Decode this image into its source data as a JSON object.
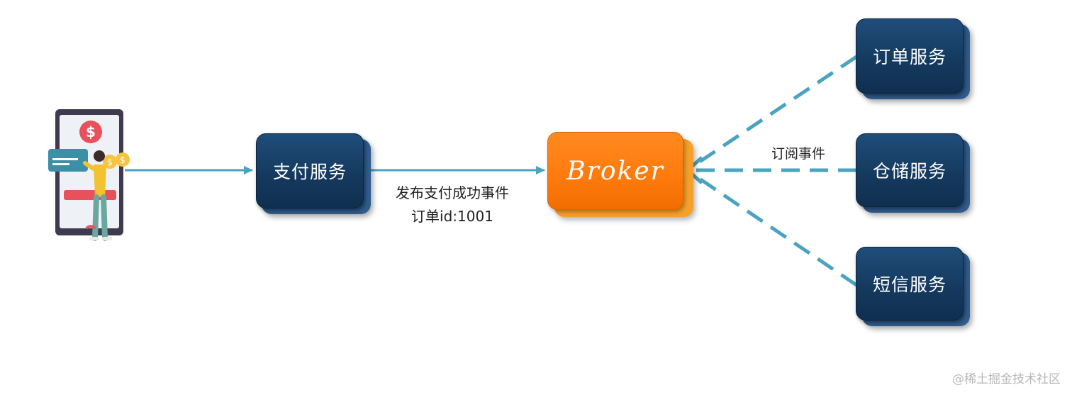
{
  "nodes": {
    "pay_service": "支付服务",
    "broker": "Broker",
    "order_service": "订单服务",
    "storage_service": "仓储服务",
    "sms_service": "短信服务"
  },
  "edges": {
    "publish_line1": "发布支付成功事件",
    "publish_line2": "订单id:1001",
    "subscribe": "订阅事件"
  },
  "watermark": "@稀土掘金技术社区",
  "colors": {
    "service_box": "#153a5f",
    "broker_box": "#ff7a0d",
    "arrow": "#4aa3c0"
  }
}
